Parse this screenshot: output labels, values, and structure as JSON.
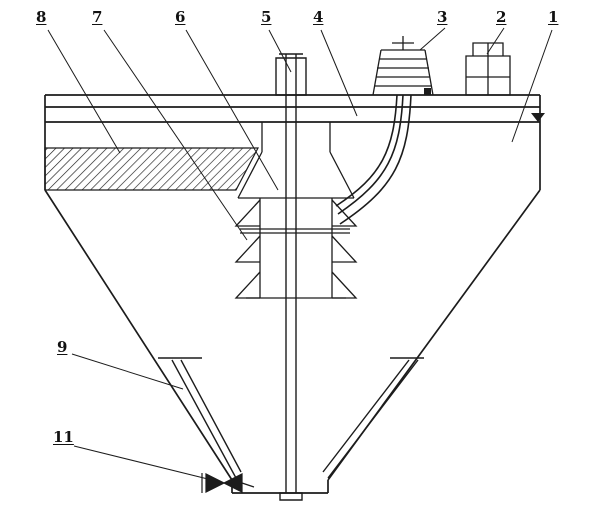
{
  "figure": {
    "kind": "patent-style sectional technical drawing",
    "description": "Line drawing of a conical settling tank / thickener apparatus with central agitator shaft, feedwell baffles, hatched filter plate, feed pipe, top-mounted drive unit and control box, inner discharge cone and bottom valve",
    "background_color": "#ffffff",
    "line_color": "#1c1c1c"
  },
  "callouts": [
    {
      "ref": "8",
      "target": "hatched-filter-plate"
    },
    {
      "ref": "7",
      "target": "draft-tube-baffles"
    },
    {
      "ref": "6",
      "target": "feedwell"
    },
    {
      "ref": "5",
      "target": "agitator-shaft-top"
    },
    {
      "ref": "4",
      "target": "feed-pipe"
    },
    {
      "ref": "3",
      "target": "drive-unit"
    },
    {
      "ref": "2",
      "target": "control-box"
    },
    {
      "ref": "1",
      "target": "tank-shell"
    },
    {
      "ref": "9",
      "target": "inner-cone"
    },
    {
      "ref": "11",
      "target": "discharge-valve"
    }
  ]
}
